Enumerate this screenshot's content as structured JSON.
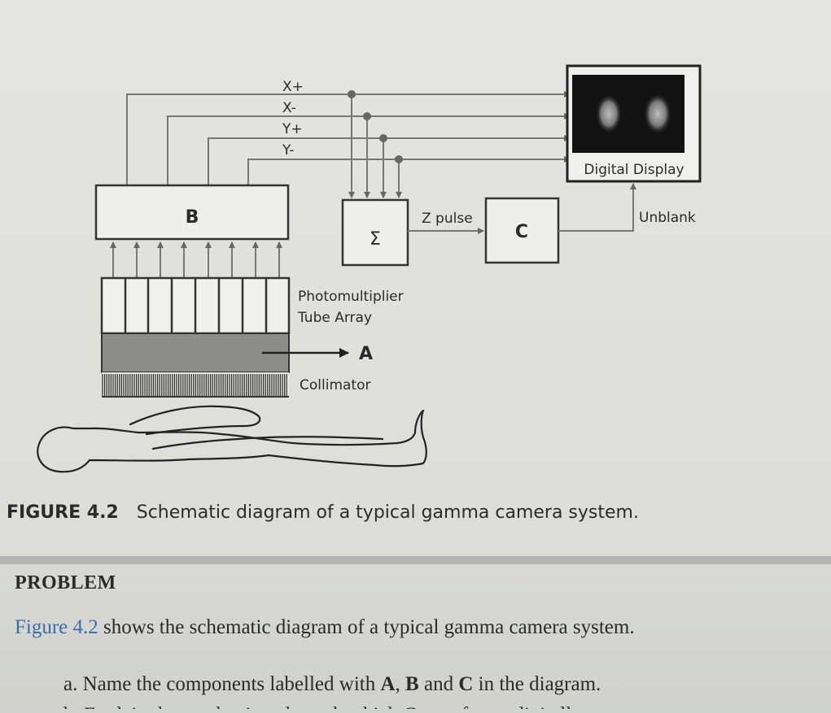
{
  "diagram": {
    "signals": [
      "X+",
      "X-",
      "Y+",
      "Y-"
    ],
    "block_b": "B",
    "block_c": "C",
    "summer_symbol": "Σ",
    "z_pulse": "Z pulse",
    "digital_display": "Digital Display",
    "unblank": "Unblank",
    "pmt_label_line1": "Photomultiplier",
    "pmt_label_line2": "Tube Array",
    "a_label": "A",
    "collimator": "Collimator"
  },
  "caption": {
    "label": "FIGURE 4.2",
    "text": "Schematic diagram of a typical gamma camera system."
  },
  "problem": {
    "heading": "PROBLEM",
    "fig_ref": "Figure 4.2",
    "statement_rest": " shows the schematic diagram of a typical gamma camera system.",
    "q_a_prefix": "a. Name the components labelled with ",
    "q_a_A": "A",
    "q_a_sep1": ", ",
    "q_a_B": "B",
    "q_a_and": " and ",
    "q_a_C": "C",
    "q_a_suffix": " in the diagram.",
    "q_b_partial": "b. Explain the mechanism through which C transforms digitally..."
  }
}
